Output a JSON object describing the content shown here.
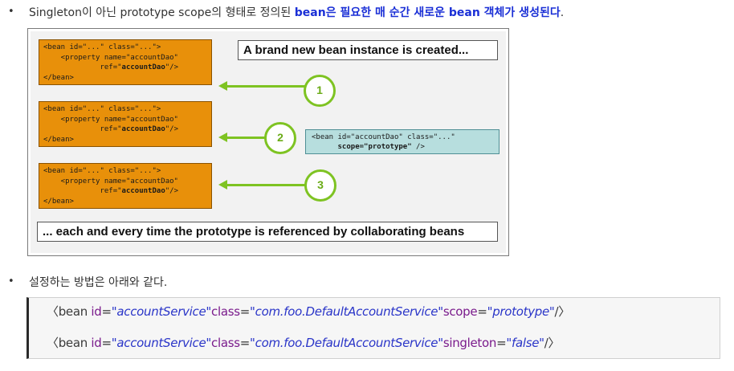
{
  "bullet_symbol": "•",
  "line1": {
    "prefix": "Singleton이 아닌 prototype scope의 형태로 정의된 ",
    "highlight": "bean은 필요한 매 순간 새로운 bean 객체가 생성된다",
    "suffix": "."
  },
  "diagram": {
    "title_top": "A brand new bean instance is created...",
    "title_bottom": "... each and every time the prototype is referenced by collaborating beans",
    "bean_block": {
      "line1": "<bean id=\"...\" class=\"...\">",
      "line2": "    <property name=\"accountDao\"",
      "line3_prefix": "             ref=\"",
      "line3_ref": "accountDao",
      "line3_suffix": "\"/>",
      "line4": "</bean>"
    },
    "prototype_def": {
      "line1": "<bean id=\"accountDao\" class=\"...\"",
      "line2_prefix": "      ",
      "line2_scope": "scope=\"prototype\"",
      "line2_suffix": " />"
    },
    "steps": [
      "1",
      "2",
      "3"
    ]
  },
  "line2": "설정하는 방법은 아래와 같다.",
  "code": [
    {
      "open": "〈bean ",
      "id_attr": "id",
      "eq1": "=",
      "id_val": "\"accountService\"",
      "class_attr": "class",
      "eq2": "=",
      "class_val": "\"com.foo.DefaultAccountService\"",
      "third_attr": "scope",
      "eq3": "=",
      "third_val": "\"prototype\"",
      "close": "/〉"
    },
    {
      "open": "〈bean ",
      "id_attr": "id",
      "eq1": "=",
      "id_val": "\"accountService\"",
      "class_attr": "class",
      "eq2": "=",
      "class_val": "\"com.foo.DefaultAccountService\"",
      "third_attr": "singleton",
      "eq3": "=",
      "third_val": "\"false\"",
      "close": "/〉"
    }
  ],
  "colors": {
    "highlight": "#1a2fd6",
    "bean_box": "#e8900a",
    "prototype_box": "#b7dede",
    "arrow": "#7ec322"
  }
}
